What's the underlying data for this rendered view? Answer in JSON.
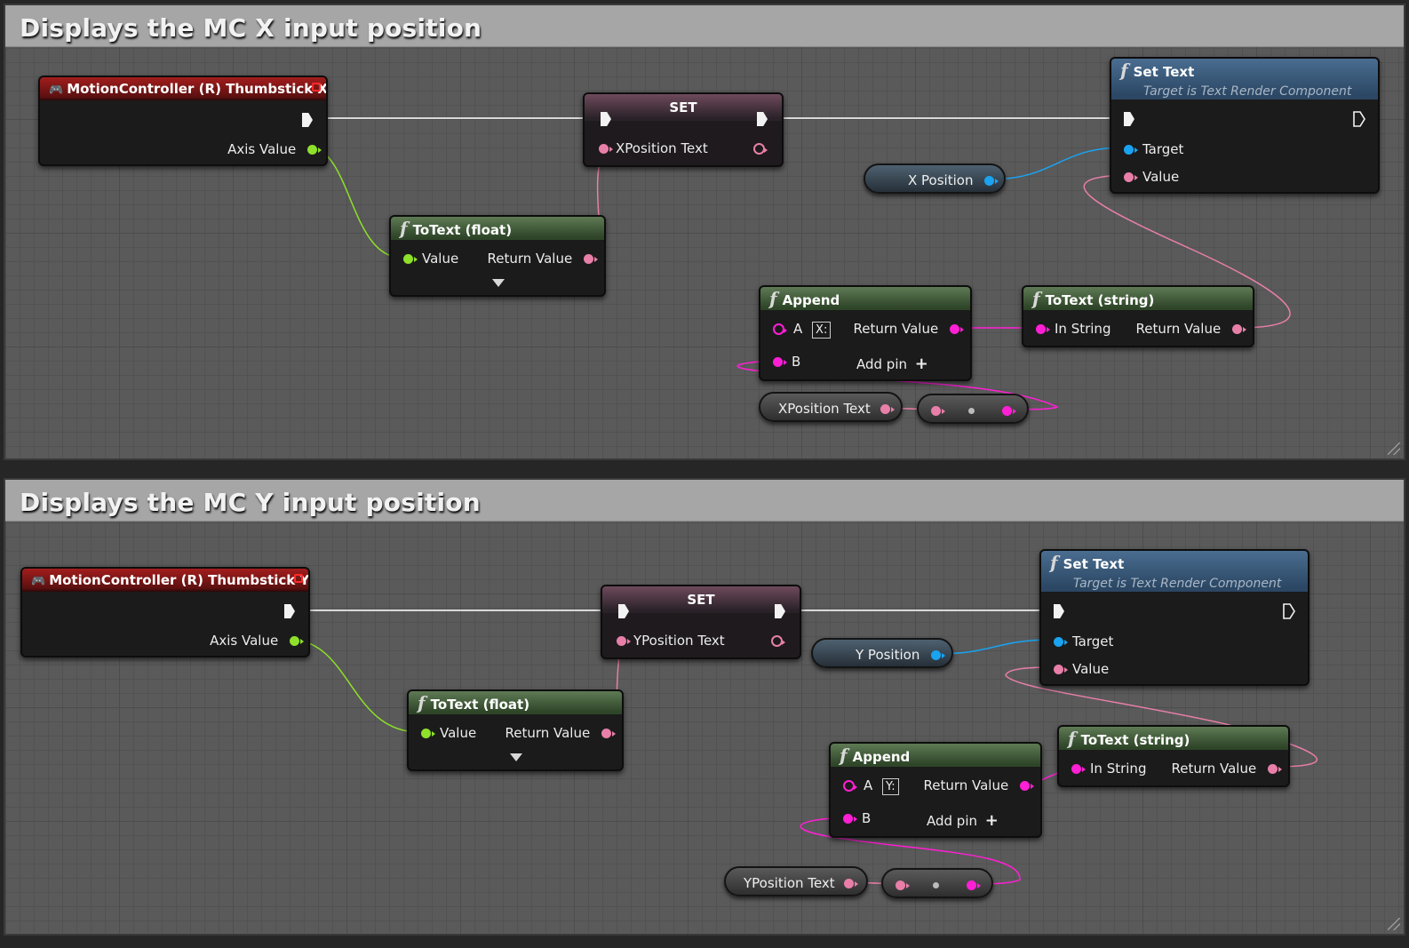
{
  "comments": {
    "x_title": "Displays the MC X input position",
    "y_title": "Displays the MC Y input position"
  },
  "x_graph": {
    "event": {
      "title": "MotionController (R) Thumbstick X",
      "axis_value": "Axis Value"
    },
    "set": {
      "title": "SET",
      "var": "XPosition Text"
    },
    "totext_float": {
      "title": "ToText (float)",
      "value": "Value",
      "return": "Return Value"
    },
    "x_position": {
      "label": "X Position"
    },
    "set_text": {
      "title": "Set Text",
      "subtitle": "Target is Text Render Component",
      "target": "Target",
      "value": "Value"
    },
    "append": {
      "title": "Append",
      "a": "A",
      "a_literal": "X:",
      "b": "B",
      "return": "Return Value",
      "add_pin": "Add pin"
    },
    "totext_string": {
      "title": "ToText (string)",
      "in": "In String",
      "return": "Return Value"
    },
    "get_var": {
      "label": "XPosition Text"
    }
  },
  "y_graph": {
    "event": {
      "title": "MotionController (R) Thumbstick Y",
      "axis_value": "Axis Value"
    },
    "set": {
      "title": "SET",
      "var": "YPosition Text"
    },
    "totext_float": {
      "title": "ToText (float)",
      "value": "Value",
      "return": "Return Value"
    },
    "y_position": {
      "label": "Y Position"
    },
    "set_text": {
      "title": "Set Text",
      "subtitle": "Target is Text Render Component",
      "target": "Target",
      "value": "Value"
    },
    "append": {
      "title": "Append",
      "a": "A",
      "a_literal": "Y:",
      "b": "B",
      "return": "Return Value",
      "add_pin": "Add pin"
    },
    "totext_string": {
      "title": "ToText (string)",
      "in": "In String",
      "return": "Return Value"
    },
    "get_var": {
      "label": "YPosition Text"
    }
  },
  "colors": {
    "exec": "#f2f2f2",
    "float_pin": "#8ee02a",
    "text_pin": "#e87fa8",
    "string_pin": "#ff1fd5",
    "object_pin": "#19a3f0",
    "event_head": "#a21d1d",
    "function_head": "#5e7a54",
    "target_function_head": "#4a6d90"
  }
}
